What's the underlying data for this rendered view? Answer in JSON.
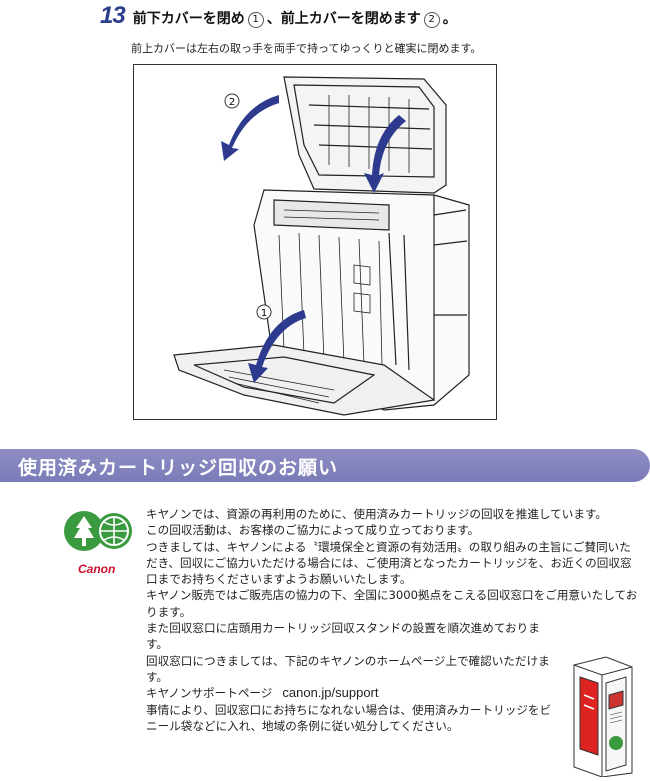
{
  "step": {
    "number": "13",
    "title_a": "前下カバーを閉め",
    "title_b": "、前上カバーを閉めます",
    "title_c": "。",
    "circle1": "1",
    "circle2": "2",
    "subtitle": "前上カバーは左右の取っ手を両手で持ってゆっくりと確実に閉めます。"
  },
  "figure": {
    "label1": "1",
    "label2": "2"
  },
  "section": {
    "title": "使用済みカートリッジ回収のお願い"
  },
  "logo": {
    "brand": "Canon"
  },
  "body": {
    "p1": "キヤノンでは、資源の再利用のために、使用済みカートリッジの回収を推進しています。",
    "p2": "この回収活動は、お客様のご協力によって成り立っております。",
    "p3": "つきましては、キヤノンによる〝環境保全と資源の有効活用〟の取り組みの主旨にご賛同いただき、回収にご協力いただける場合には、ご使用済となったカートリッジを、お近くの回収窓口までお持ちくださいますようお願いいたします。",
    "p4": "キヤノン販売ではご販売店の協力の下、全国に3000拠点をこえる回収窓口をご用意いたしております。",
    "p5": "また回収窓口に店頭用カートリッジ回収スタンドの設置を順次進めております。",
    "p6": "回収窓口につきましては、下記のキヤノンのホームページ上で確認いただけます。",
    "p7_label": "キヤノンサポートページ",
    "p7_url": "canon.jp/support",
    "p8": "事情により、回収窓口にお持ちになれない場合は、使用済みカートリッジをビニール袋などに入れ、地域の条例に従い処分してください。"
  },
  "colors": {
    "band": "#8080bb",
    "step_number": "#2c3e8c",
    "logo_green": "#3a9a40",
    "brand_red": "#c8102e",
    "arrow": "#2e3a8e"
  }
}
